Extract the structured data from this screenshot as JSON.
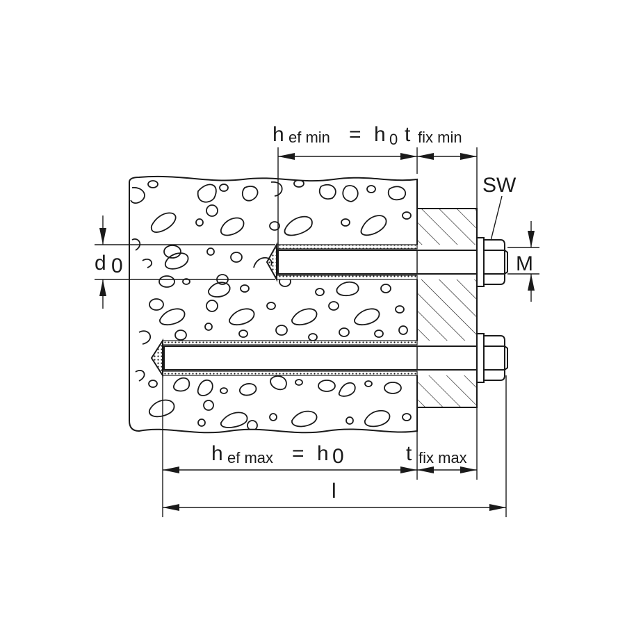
{
  "diagram": {
    "subject": "bonded anchor rods set in concrete with fixture plate",
    "colors": {
      "ink": "#1a1a1a",
      "background": "#ffffff"
    },
    "labels": {
      "top_dim": {
        "h": "h",
        "h_sub": "ef min",
        "eq": "=",
        "h0": "h",
        "h0_sub": "0"
      },
      "tfix_min": {
        "t": "t",
        "sub": "fix min"
      },
      "sw": "SW",
      "m": "M",
      "d0": {
        "d": "d",
        "sub": "0"
      },
      "bottom_dim": {
        "h": "h",
        "h_sub": "ef max",
        "eq": "=",
        "h0": "h",
        "h0_sub": "0"
      },
      "tfix_max": {
        "t": "t",
        "sub": "fix max"
      },
      "l": "l"
    },
    "components": [
      "concrete-base",
      "fixture-plate",
      "upper-anchor-rod",
      "lower-anchor-rod",
      "upper-washer",
      "upper-hex-nut",
      "lower-washer",
      "lower-hex-nut",
      "mortar-layer"
    ]
  }
}
